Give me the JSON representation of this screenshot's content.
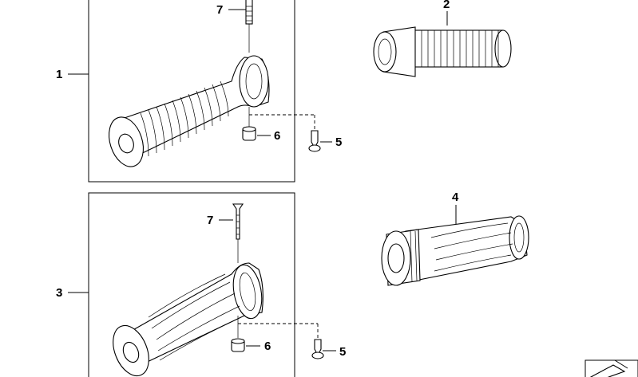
{
  "callouts": {
    "c1": "1",
    "c2": "2",
    "c3": "3",
    "c4": "4",
    "c5_top": "5",
    "c5_bottom": "5",
    "c6_top": "6",
    "c6_bottom": "6",
    "c7_top": "7",
    "c7_bottom": "7"
  },
  "icons": {
    "corner": "exploded-view-symbol-icon"
  }
}
